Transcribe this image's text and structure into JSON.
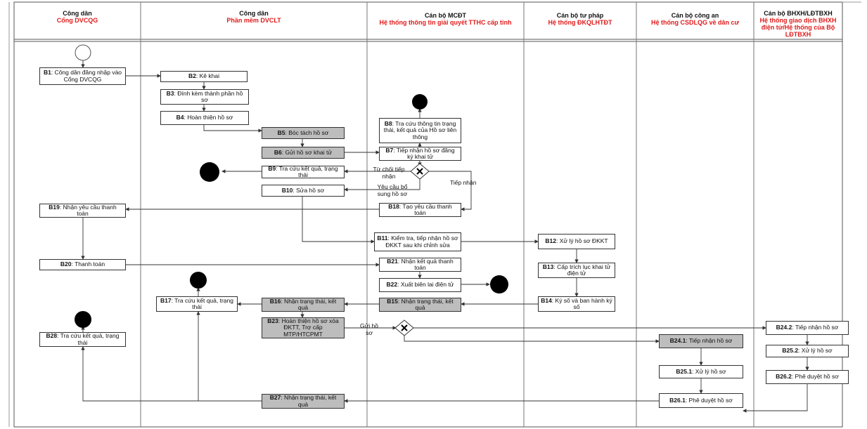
{
  "lanes": [
    {
      "title": "Công dân",
      "subtitle": "Cổng DVCQG"
    },
    {
      "title": "Công dân",
      "subtitle": "Phần mềm DVCLT"
    },
    {
      "title": "Cán bộ MCĐT",
      "subtitle": "Hệ thống thông tin giải quyết TTHC cấp tỉnh"
    },
    {
      "title": "Cán bộ tư pháp",
      "subtitle": "Hệ thống ĐKQLHTĐT"
    },
    {
      "title": "Cán bộ công an",
      "subtitle": "Hệ thống CSDLQG về dân cư"
    },
    {
      "title": "Cán bộ BHXH/LĐTBXH",
      "subtitle": "Hệ thống giao dịch BHXH điện tử/Hệ thống của Bộ LĐTBXH"
    }
  ],
  "steps": {
    "b1": {
      "code": "B1",
      "text": ": Công dân đăng nhập vào Cổng DVCQG"
    },
    "b2": {
      "code": "B2",
      "text": ": Kê khai"
    },
    "b3": {
      "code": "B3",
      "text": ": Đính kèm thành phần hồ sơ"
    },
    "b4": {
      "code": "B4",
      "text": ": Hoàn thiện hồ sơ"
    },
    "b5": {
      "code": "B5",
      "text": ": Bóc tách hồ sơ"
    },
    "b6": {
      "code": "B6",
      "text": ": Gửi hồ sơ khai tử"
    },
    "b7": {
      "code": "B7",
      "text": ": Tiếp nhận hồ sơ đăng ký khai tử"
    },
    "b8": {
      "code": "B8",
      "text": ": Tra cứu thông tin trạng thái, kết quả của Hồ sơ liên thông"
    },
    "b9": {
      "code": "B9",
      "text": ": Tra cứu kết quả, trạng thái"
    },
    "b10": {
      "code": "B10",
      "text": ": Sửa hồ sơ"
    },
    "b18": {
      "code": "B18",
      "text": ": Tạo yêu cầu thanh toán"
    },
    "b19": {
      "code": "B19",
      "text": ": Nhận yêu cầu thanh toán"
    },
    "b11": {
      "code": "B11",
      "text": ": Kiểm tra, tiếp nhận hồ sơ ĐKKT sau khi chỉnh sửa"
    },
    "b12": {
      "code": "B12",
      "text": ": Xử lý hồ sơ ĐKKT"
    },
    "b20": {
      "code": "B20",
      "text": ": Thanh toán"
    },
    "b21": {
      "code": "B21",
      "text": ": Nhận kết quả thanh toán"
    },
    "b13": {
      "code": "B13",
      "text": ": Cấp trích lục khai tử điện tử"
    },
    "b22": {
      "code": "B22",
      "text": ": Xuất biên lai điện tử"
    },
    "b17": {
      "code": "B17",
      "text": ": Tra cứu kết quả, trạng thái"
    },
    "b16": {
      "code": "B16",
      "text": ": Nhận trạng thái, kết quả"
    },
    "b15": {
      "code": "B15",
      "text": ": Nhận trạng thái, kết quả"
    },
    "b14": {
      "code": "B14",
      "text": ": Ký số và ban hành ký số"
    },
    "b28": {
      "code": "B28",
      "text": ": Tra cứu kết quả, trạng thái"
    },
    "b23": {
      "code": "B23",
      "text": ": Hoàn thiện hồ sơ xóa ĐKTT, Trợ cấp MTP/HTCPMT"
    },
    "b24_1": {
      "code": "B24.1",
      "text": ": Tiếp nhận hồ sơ"
    },
    "b25_1": {
      "code": "B25.1",
      "text": ": Xử lý hồ sơ"
    },
    "b26_1": {
      "code": "B26.1",
      "text": ": Phê duyệt hồ sơ"
    },
    "b27": {
      "code": "B27",
      "text": ": Nhận trạng thái, kết quả"
    },
    "b24_2": {
      "code": "B24.2",
      "text": ": Tiếp nhận hồ sơ"
    },
    "b25_2": {
      "code": "B25.2",
      "text": ": Xử lý hồ sơ"
    },
    "b26_2": {
      "code": "B26.2",
      "text": ": Phê duyệt hồ sơ"
    }
  },
  "labels": {
    "reject": "Từ chối tiếp nhận",
    "supplement": "Yêu cầu bổ sung hồ sơ",
    "accept": "Tiếp nhận",
    "send": "Gửi hồ sơ"
  },
  "colors": {
    "subtitle": "#e01b1b",
    "gray_box": "#bdbdbd",
    "line": "#333333"
  }
}
